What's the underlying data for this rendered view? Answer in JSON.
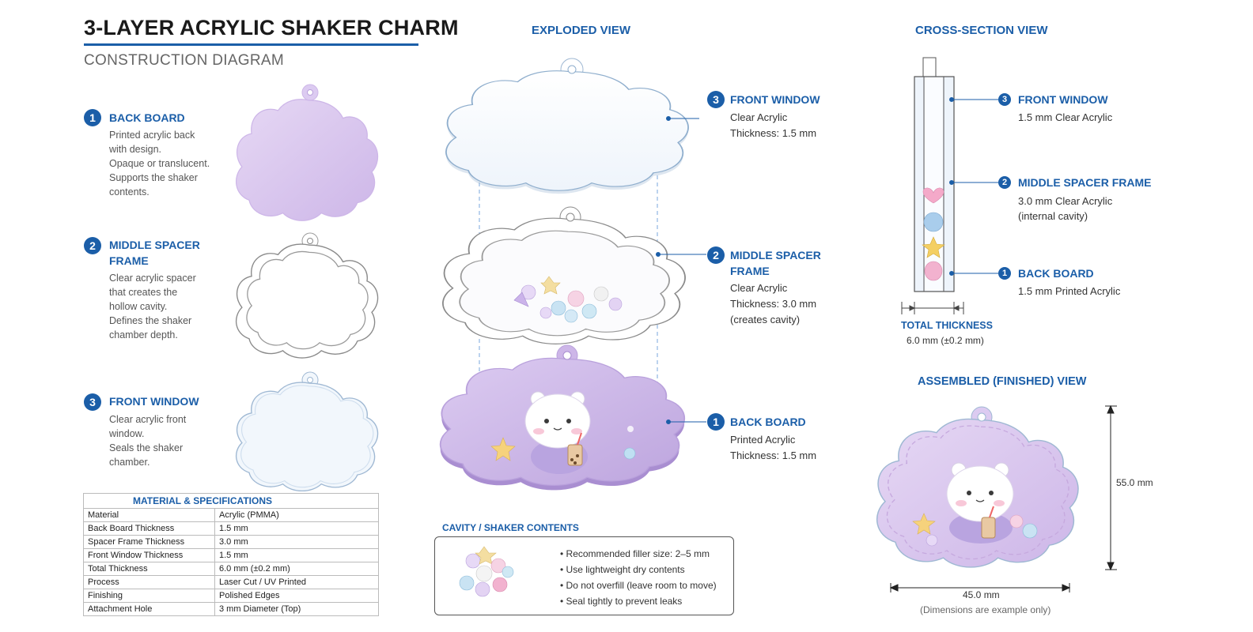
{
  "header": {
    "title": "3-LAYER ACRYLIC SHAKER CHARM",
    "subtitle": "CONSTRUCTION DIAGRAM"
  },
  "colors": {
    "accent": "#1b5ea8",
    "lavender": "#d9c7ee",
    "lavender_dark": "#b9a1dc",
    "clear_edge": "#9a9a9a"
  },
  "layers": [
    {
      "number": "1",
      "title": "BACK BOARD",
      "description": "Printed acrylic back\nwith design.\nOpaque or translucent.\nSupports the shaker\ncontents."
    },
    {
      "number": "2",
      "title": "MIDDLE SPACER\nFRAME",
      "description": "Clear acrylic spacer\nthat creates the\nhollow cavity.\nDefines the shaker\nchamber depth."
    },
    {
      "number": "3",
      "title": "FRONT WINDOW",
      "description": "Clear acrylic front\nwindow.\nSeals the shaker\nchamber."
    }
  ],
  "exploded": {
    "title": "EXPLODED VIEW",
    "callouts": [
      {
        "number": "3",
        "title": "FRONT WINDOW",
        "details": "Clear Acrylic\nThickness: 1.5 mm"
      },
      {
        "number": "2",
        "title": "MIDDLE SPACER\nFRAME",
        "details": "Clear Acrylic\nThickness: 3.0 mm\n(creates cavity)"
      },
      {
        "number": "1",
        "title": "BACK BOARD",
        "details": "Printed Acrylic\nThickness: 1.5 mm"
      }
    ]
  },
  "cross_section": {
    "title": "CROSS-SECTION VIEW",
    "callouts": [
      {
        "number": "3",
        "title": "FRONT WINDOW",
        "details": "1.5 mm Clear Acrylic"
      },
      {
        "number": "2",
        "title": "MIDDLE SPACER FRAME",
        "details": "3.0 mm Clear Acrylic\n(internal cavity)"
      },
      {
        "number": "1",
        "title": "BACK BOARD",
        "details": "1.5 mm Printed Acrylic"
      }
    ],
    "total_label": "TOTAL THICKNESS",
    "total_value": "6.0 mm (±0.2 mm)"
  },
  "specs": {
    "title": "MATERIAL & SPECIFICATIONS",
    "rows": [
      [
        "Material",
        "Acrylic (PMMA)"
      ],
      [
        "Back Board Thickness",
        "1.5 mm"
      ],
      [
        "Spacer Frame Thickness",
        "3.0 mm"
      ],
      [
        "Front Window Thickness",
        "1.5 mm"
      ],
      [
        "Total Thickness",
        "6.0 mm (±0.2 mm)"
      ],
      [
        "Process",
        "Laser Cut / UV Printed"
      ],
      [
        "Finishing",
        "Polished Edges"
      ],
      [
        "Attachment Hole",
        "3 mm Diameter (Top)"
      ]
    ]
  },
  "cavity": {
    "title": "CAVITY / SHAKER CONTENTS",
    "items": [
      "Recommended filler size: 2–5 mm",
      "Use lightweight dry contents",
      "Do not overfill (leave room to move)",
      "Seal tightly to prevent leaks"
    ]
  },
  "assembled": {
    "title": "ASSEMBLED (FINISHED) VIEW",
    "height": "55.0 mm",
    "width": "45.0 mm",
    "note": "(Dimensions are example only)"
  }
}
